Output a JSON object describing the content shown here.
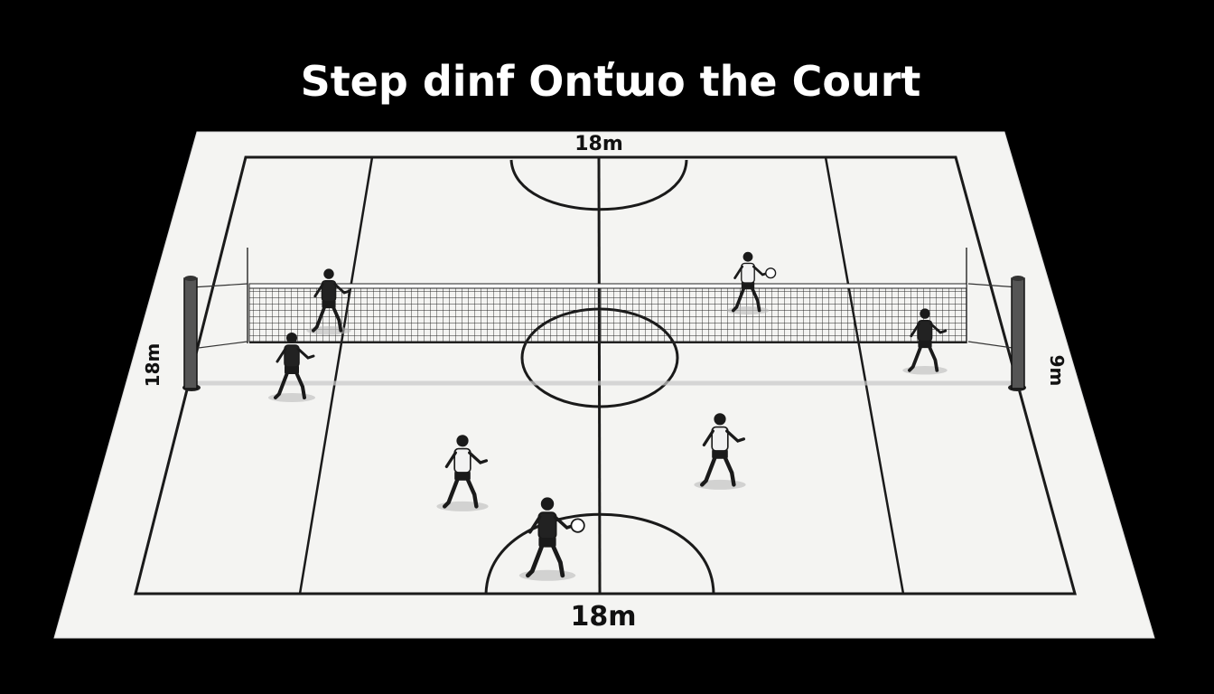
{
  "title": "Step dinf Onťɯo the Court",
  "dimensions": {
    "top": "18m",
    "bottom": "18m",
    "left": "18m",
    "right": "9m"
  },
  "colors": {
    "background": "#000000",
    "court": "#f4f4f2",
    "ink": "#1a1a1a"
  },
  "players": [
    {
      "id": "p1",
      "side": "left",
      "pose": "standing",
      "shirt": "dark",
      "ball": false
    },
    {
      "id": "p2",
      "side": "left",
      "pose": "running",
      "shirt": "dark",
      "ball": false
    },
    {
      "id": "p3",
      "side": "right",
      "pose": "crouch",
      "shirt": "light",
      "ball": true
    },
    {
      "id": "p4",
      "side": "right",
      "pose": "standing",
      "shirt": "dark",
      "ball": false
    },
    {
      "id": "p5",
      "side": "left",
      "pose": "ready",
      "shirt": "light",
      "ball": false
    },
    {
      "id": "p6",
      "side": "right",
      "pose": "ready",
      "shirt": "light",
      "ball": false
    },
    {
      "id": "p7",
      "side": "center",
      "pose": "serving",
      "shirt": "dark",
      "ball": true
    }
  ]
}
